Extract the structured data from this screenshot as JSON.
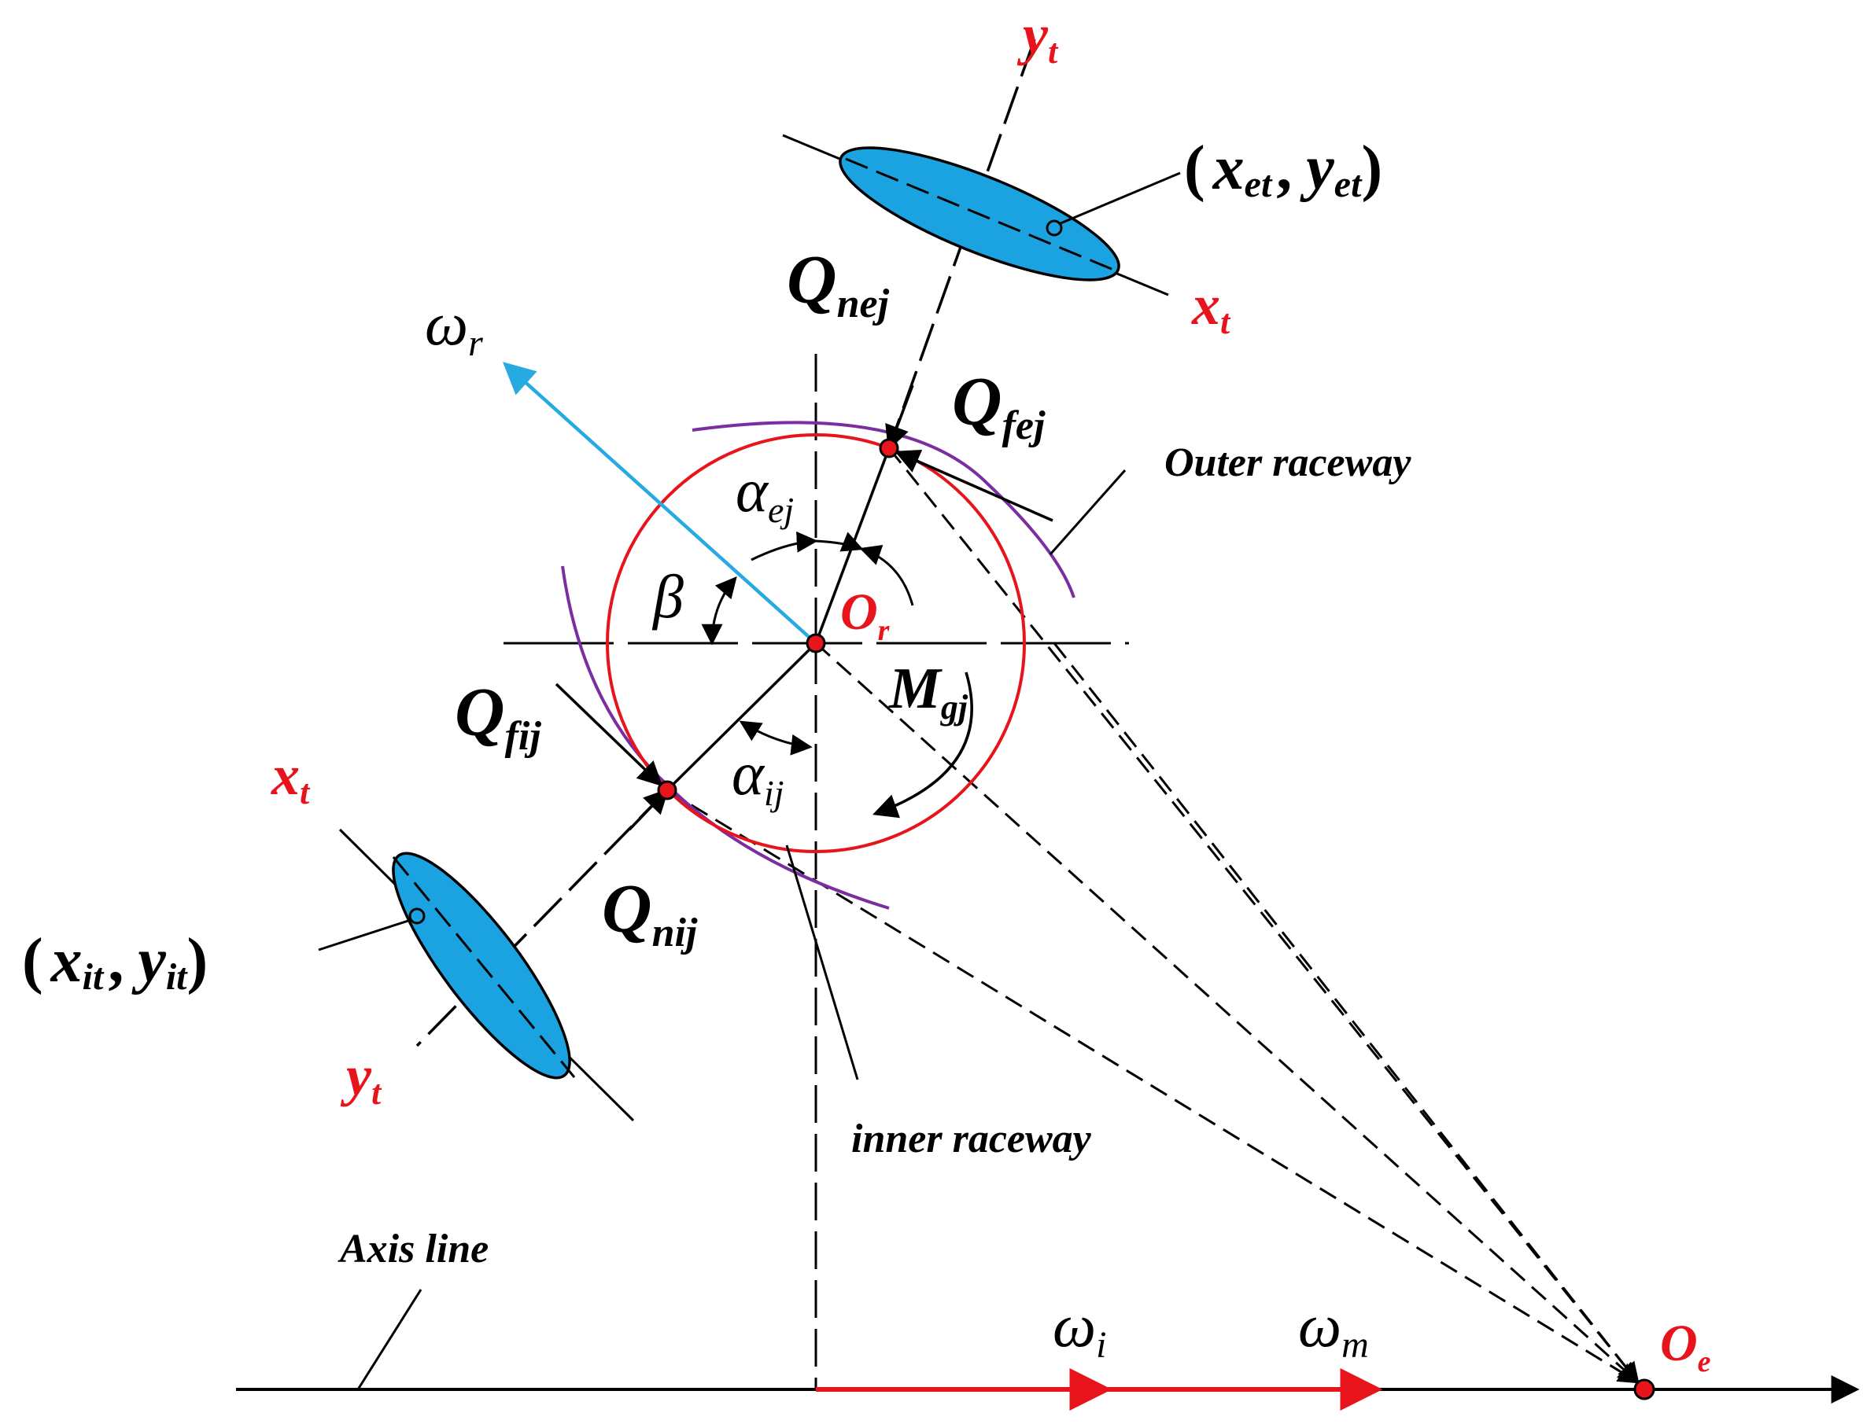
{
  "colors": {
    "ink": "#000000",
    "red": "#e8141c",
    "contact_ellipse_fill": "#1aa3e0",
    "raceway_arc": "#7a2ea0",
    "omega_r_vector": "#27a9e1"
  },
  "labels": {
    "yt_top": {
      "main": "y",
      "sub": "t"
    },
    "xt_top": {
      "main": "x",
      "sub": "t"
    },
    "xt_left": {
      "main": "x",
      "sub": "t"
    },
    "yt_bottom": {
      "main": "y",
      "sub": "t"
    },
    "outer_contact_coord": {
      "open": "(",
      "x": "x",
      "x_sub": "et",
      "comma": ",",
      "y": "y",
      "y_sub": "et",
      "close": ")"
    },
    "inner_contact_coord": {
      "open": "(",
      "x": "x",
      "x_sub": "it",
      "comma": ",",
      "y": "y",
      "y_sub": "it",
      "close": ")"
    },
    "Q_nej": {
      "main": "Q",
      "sub": "nej"
    },
    "Q_fej": {
      "main": "Q",
      "sub": "fej"
    },
    "Q_fij": {
      "main": "Q",
      "sub": "fij"
    },
    "Q_nij": {
      "main": "Q",
      "sub": "nij"
    },
    "omega_r": {
      "main": "ω",
      "sub": "r"
    },
    "omega_i": {
      "main": "ω",
      "sub": "i"
    },
    "omega_m": {
      "main": "ω",
      "sub": "m"
    },
    "alpha_ej": {
      "main": "α",
      "sub": "ej"
    },
    "alpha_ij": {
      "main": "α",
      "sub": "ij"
    },
    "beta": "β",
    "O_r": {
      "main": "O",
      "sub": "r"
    },
    "O_e": {
      "main": "O",
      "sub": "e"
    },
    "M_gj": {
      "main": "M",
      "sub": "gj"
    },
    "outer_raceway": "Outer raceway",
    "inner_raceway": "inner raceway",
    "axis_line": "Axis line"
  }
}
